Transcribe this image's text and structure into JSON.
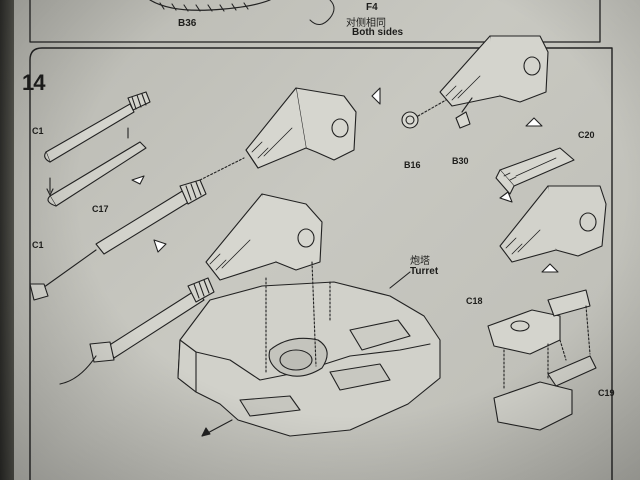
{
  "top_labels": {
    "part_b36": "B36",
    "part_f4": "F4",
    "both_sides_cn": "对侧相同",
    "both_sides_en": "Both sides"
  },
  "step": {
    "number": "14"
  },
  "parts": {
    "c1_top": "C1",
    "c17": "C17",
    "c1_bottom": "C1",
    "b16": "B16",
    "b30": "B30",
    "c20": "C20",
    "c18": "C18",
    "c19": "C19"
  },
  "turret": {
    "label_cn": "炮塔",
    "label_en": "Turret"
  }
}
